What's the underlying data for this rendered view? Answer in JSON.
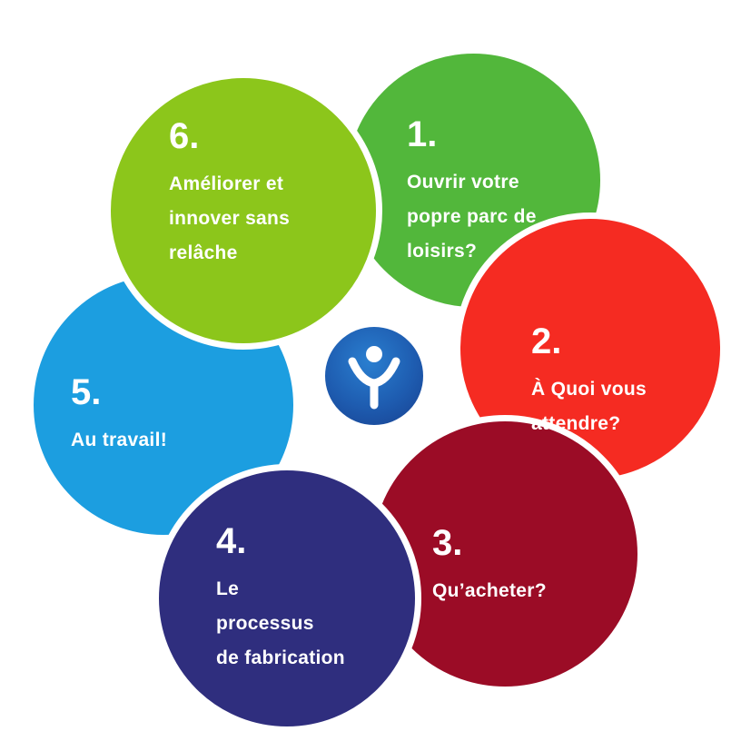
{
  "steps": [
    {
      "number": "1.",
      "text": "Ouvrir votre\npopre parc de\nloisirs?",
      "color": "#52b73b"
    },
    {
      "number": "2.",
      "text": "À Quoi vous\nattendre?",
      "color": "#f52b22"
    },
    {
      "number": "3.",
      "text": "Qu’acheter?",
      "color": "#9b0c26"
    },
    {
      "number": "4.",
      "text": "Le\nprocessus\nde fabrication",
      "color": "#2f2e7e"
    },
    {
      "number": "5.",
      "text": "Au travail!",
      "color": "#1c9ee0"
    },
    {
      "number": "6.",
      "text": "Améliorer et\ninnover sans\nrelâche",
      "color": "#8cc61b"
    }
  ],
  "center_logo": {
    "icon": "person-y-logo-icon",
    "color": "#1e5cb0"
  }
}
